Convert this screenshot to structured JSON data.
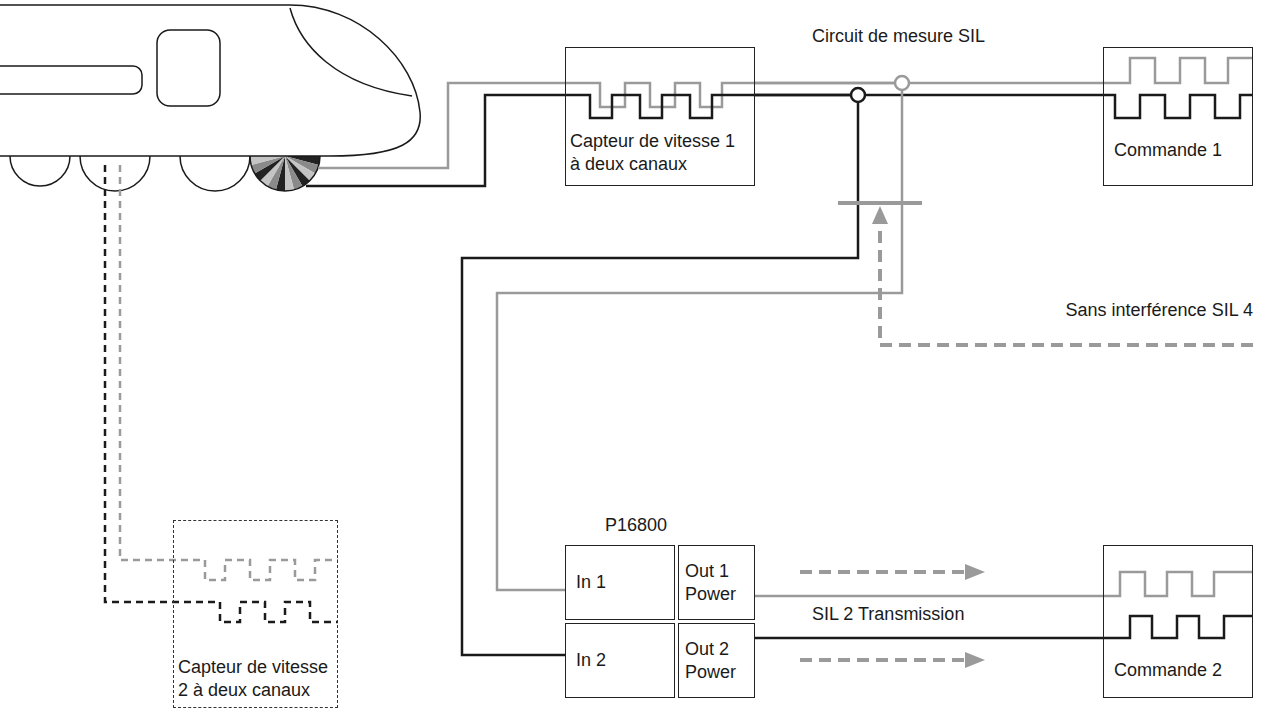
{
  "diagram": {
    "nodes": [
      {
        "text": [
          "Capteur de vitesse 1 à deux canaux"
        ]
      },
      {
        "text": [
          "Commande 1"
        ]
      },
      {
        "text": [
          "P16800"
        ]
      },
      {
        "text": [
          "In 1"
        ],
        "in": 2
      },
      {
        "text": [
          "Out 1 Power"
        ],
        "in": 2
      },
      {
        "text": [
          "In 2"
        ],
        "in": 2
      },
      {
        "text": [
          "Out 2 Power"
        ],
        "in": 2
      },
      {
        "text": [
          "Commande 2"
        ]
      },
      {
        "text": [
          "Capteur de vitesse 2 à deux canaux"
        ]
      }
    ],
    "edges": [
      {
        "from": 0,
        "to": 1,
        "arrow": "none"
      },
      {
        "from": 0,
        "to": 1,
        "arrow": "none"
      },
      {
        "from": 0,
        "to": 3,
        "arrow": "none"
      },
      {
        "from": 0,
        "to": 5,
        "arrow": "none"
      },
      {
        "from": 4,
        "to": 7,
        "arrow": "none"
      },
      {
        "from": 6,
        "to": 7,
        "arrow": "none"
      }
    ],
    "labels": [
      "Circuit de mesure SIL",
      "Sans interférence SIL 4",
      "SIL 2 Transmission"
    ]
  }
}
